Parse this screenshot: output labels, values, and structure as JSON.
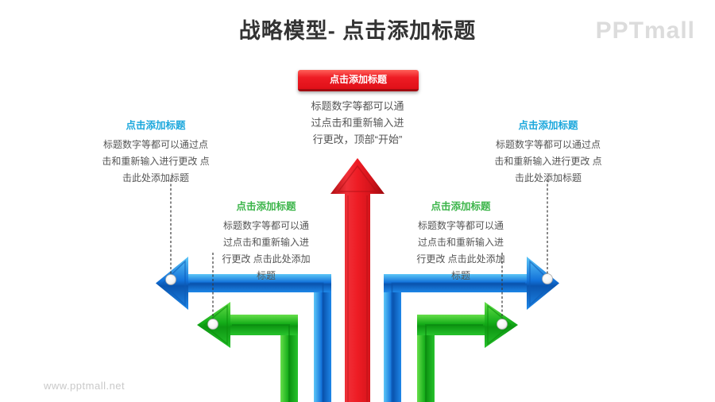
{
  "header": {
    "title": "战略模型- 点击添加标题",
    "logo": "PPTmall"
  },
  "footer": {
    "watermark": "www.pptmall.net"
  },
  "banner": {
    "label": "点击添加标题"
  },
  "center_note": {
    "lines": [
      "标题数字等都可以通",
      "过点击和重新输入进",
      "行更改，顶部“开始”"
    ]
  },
  "blocks": {
    "left_blue": {
      "heading": "点击添加标题",
      "lines": [
        "标题数字等都可以通过点",
        "击和重新输入进行更改 点",
        "击此处添加标题"
      ]
    },
    "right_blue": {
      "heading": "点击添加标题",
      "lines": [
        "标题数字等都可以通过点",
        "击和重新输入进行更改 点",
        "击此处添加标题"
      ]
    },
    "left_green": {
      "heading": "点击添加标题",
      "lines": [
        "标题数字等都可以通",
        "过点击和重新输入进",
        "行更改 点击此处添加",
        "标题"
      ]
    },
    "right_green": {
      "heading": "点击添加标题",
      "lines": [
        "标题数字等都可以通",
        "过点击和重新输入进",
        "行更改 点击此处添加",
        "标题"
      ]
    }
  },
  "colors": {
    "accent_red": "#ee1c24",
    "accent_blue": "#1478dd",
    "accent_green": "#1ab31f",
    "heading_blue": "#1ba7dc",
    "heading_green": "#3cb54a",
    "body_text": "#555555",
    "watermark_gray": "#c9c9c9"
  }
}
